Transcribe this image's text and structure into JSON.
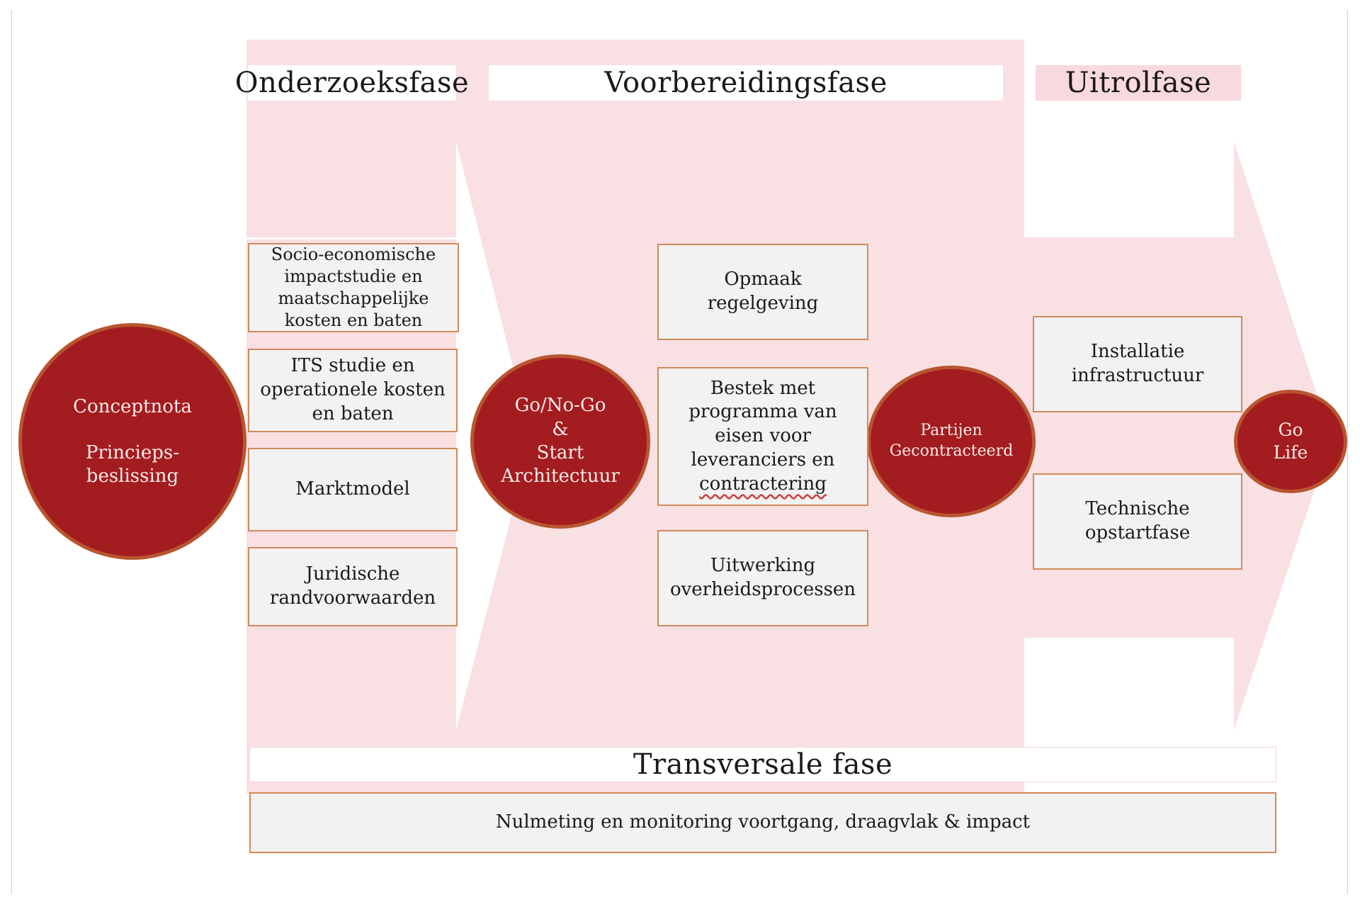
{
  "phases": {
    "onderzoek": "Onderzoeksfase",
    "voorbereiding": "Voorbereidingsfase",
    "uitrol": "Uitrolfase",
    "transversaal": "Transversale fase"
  },
  "milestones": {
    "conceptnota": "Conceptnota\n\nPrincieps-\nbeslissing",
    "go_no_go": "Go/No-Go\n&\nStart\nArchitectuur",
    "partijen": "Partijen\nGecontracteerd",
    "go_life": "Go\nLife"
  },
  "onderzoek_tasks": [
    "Socio-economische\nimpactstudie en\nmaatschappelijke\nkosten en baten",
    "ITS studie en\noperationele  kosten\nen baten",
    "Marktmodel",
    "Juridische\nrandvoorwaarden"
  ],
  "voorbereiding_tasks": {
    "opmaak": "Opmaak\nregelgeving",
    "bestek": "Bestek met\nprogramma van\neisen voor\nleveranciers en",
    "bestek_last": "contractering",
    "uitwerking": "Uitwerking\noverheidsprocessen"
  },
  "uitrol_tasks": [
    "Installatie\ninfrastructuur",
    "Technische\nopstartfase"
  ],
  "transversal_task": "Nulmeting  en monitoring  voortgang, draagvlak & impact",
  "colors": {
    "band_pink": "#f8e0e3",
    "milestone_red": "#a31c1f",
    "milestone_border": "#b8552f",
    "box_border": "#d08a5a",
    "box_fill": "#f2f2f2"
  }
}
